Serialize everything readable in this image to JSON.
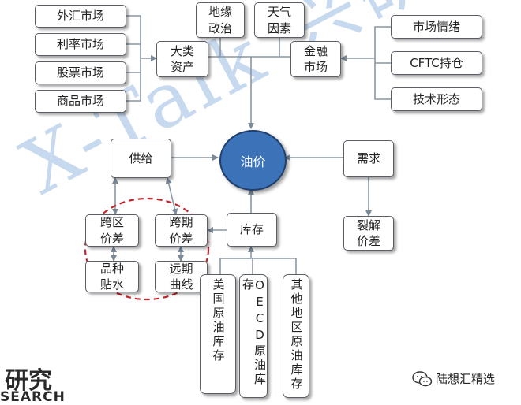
{
  "nodes": {
    "waihui": "外汇市场",
    "lilv": "利率市场",
    "gupiao": "股票市场",
    "shangpin": "商品市场",
    "dalei": "大类\n资产",
    "diyuan": "地缘\n政治",
    "tianqi": "天气\n因素",
    "jinrong": "金融\n市场",
    "shichang_qingxu": "市场情绪",
    "cftc": "CFTC持仓",
    "jishu": "技术形态",
    "youjia": "油价",
    "gongji": "供给",
    "xuqiu": "需求",
    "kuaqu": "跨区\n价差",
    "kuaqi": "跨期\n价差",
    "kucun": "库存",
    "liejie": "裂解\n价差",
    "pinzhong": "品种\n贴水",
    "yuanqi": "远期\n曲线",
    "meiguo": "美国原油库存",
    "oecd": "OECD原油库存",
    "qita": "其他地区原油库存"
  },
  "watermark": "X-Talk 兴研究",
  "logo": {
    "cn": "研究",
    "en": "SEARCH"
  },
  "wechat": {
    "icon": "wechat-icon",
    "name": "陆想汇精选"
  },
  "colors": {
    "oil_circle": "#3b72b8",
    "dashed_circle": "#c0262c",
    "box_border": "#5a5f66"
  }
}
